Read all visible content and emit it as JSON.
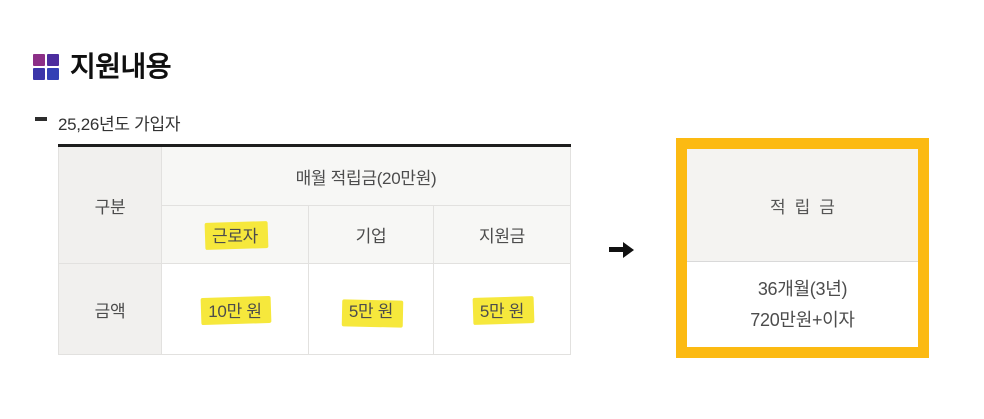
{
  "header": {
    "title": "지원내용",
    "icon_colors": {
      "tl": "#8c2f87",
      "tr": "#4c2d9e",
      "bl": "#3b35a9",
      "br": "#3340b5"
    }
  },
  "subtitle": {
    "text": "25,26년도 가입자"
  },
  "table": {
    "corner_header": "구분",
    "group_header": "매월 적립금(20만원)",
    "col_headers": [
      "근로자",
      "기업",
      "지원금"
    ],
    "row_label": "금액",
    "values": [
      "10만 원",
      "5만 원",
      "5만 원"
    ],
    "highlight_color": "#f6e83c"
  },
  "arrow_color": "#111111",
  "result_box": {
    "border_color": "#fcba12",
    "header": "적립금",
    "line1": "36개월(3년)",
    "line2": "720만원+이자"
  }
}
